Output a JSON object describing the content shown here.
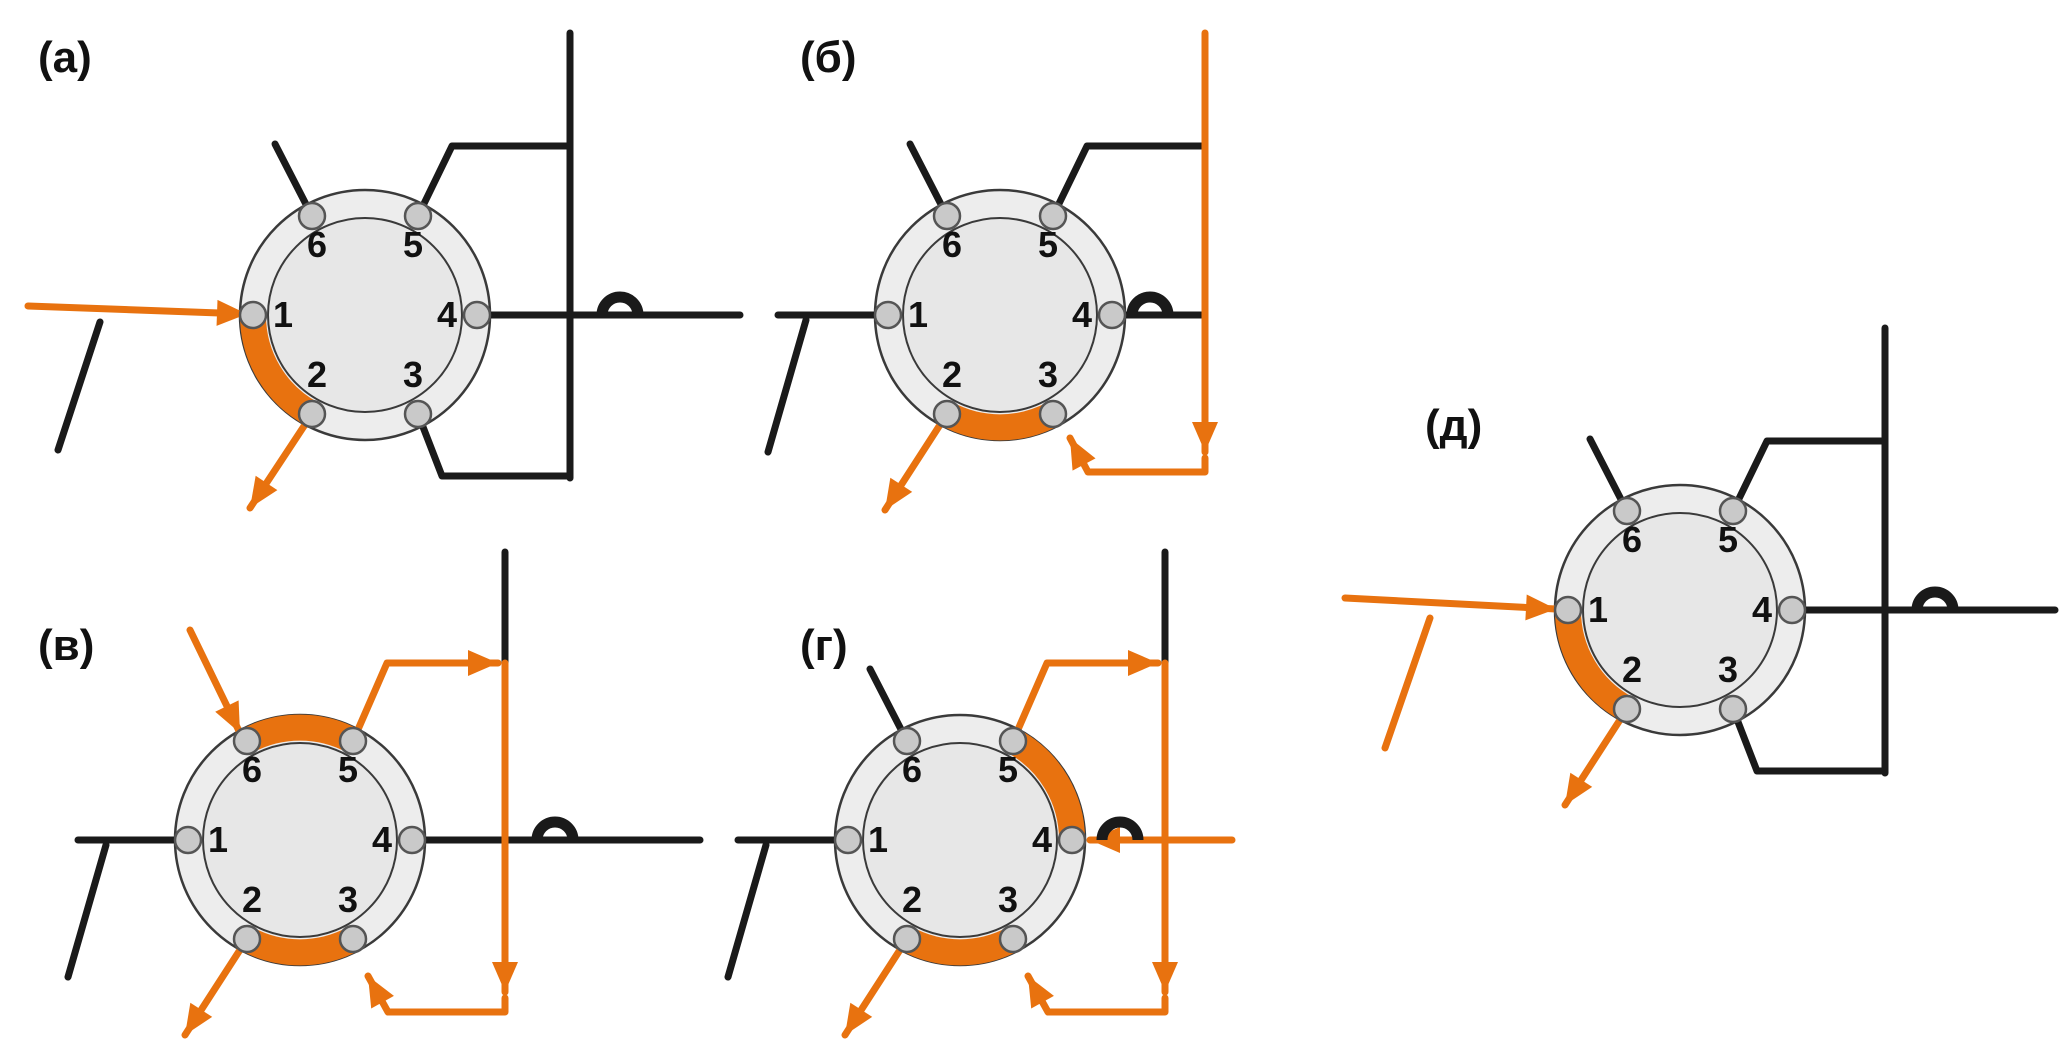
{
  "figure": {
    "type": "six-port-valve-flow-scheme",
    "colors": {
      "flow_highlight": "#E8720F",
      "tubing": "#1A1A1A",
      "valve_ring_fill": "#EDEDED",
      "valve_face_fill": "#E7E7E7",
      "port_fill": "#C9C9C9"
    },
    "port_numbers": [
      "1",
      "2",
      "3",
      "4",
      "5",
      "6"
    ],
    "panels": [
      {
        "label": "(а)",
        "highlighted_connections": [
          "1-2"
        ],
        "arrows": [
          "in→1",
          "2→out"
        ]
      },
      {
        "label": "(б)",
        "highlighted_connections": [
          "2-3"
        ],
        "arrows": [
          "top line↓",
          "→3",
          "2→out"
        ]
      },
      {
        "label": "(в)",
        "highlighted_connections": [
          "6-5",
          "2-3"
        ],
        "arrows": [
          "in→6",
          "5→right",
          "↓",
          "→3",
          "2→out"
        ]
      },
      {
        "label": "(г)",
        "highlighted_connections": [
          "5-4",
          "2-3"
        ],
        "arrows": [
          "5→right",
          "↓",
          "→4",
          "→3",
          "2→out"
        ]
      },
      {
        "label": "(д)",
        "highlighted_connections": [
          "1-2"
        ],
        "arrows": [
          "in→1",
          "2→out"
        ]
      }
    ]
  }
}
